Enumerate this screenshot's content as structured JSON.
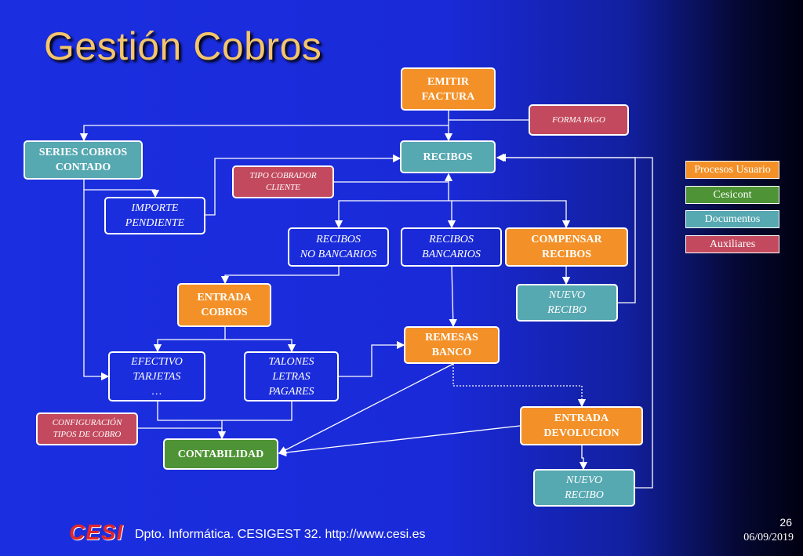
{
  "title": "Gestión Cobros",
  "nodes": {
    "emitir_factura": "EMITIR\nFACTURA",
    "forma_pago": "FORMA PAGO",
    "series_cobros": "SERIES COBROS\nCONTADO",
    "recibos": "RECIBOS",
    "tipo_cobrador": "TIPO COBRADOR\nCLIENTE",
    "importe_pendiente": "IMPORTE\nPENDIENTE",
    "recibos_no_bancarios": "RECIBOS\nNO BANCARIOS",
    "recibos_bancarios": "RECIBOS\nBANCARIOS",
    "compensar_recibos": "COMPENSAR\nRECIBOS",
    "nuevo_recibo_1": "NUEVO\nRECIBO",
    "entrada_cobros": "ENTRADA\nCOBROS",
    "remesas_banco": "REMESAS\nBANCO",
    "efectivo_tarjetas": "EFECTIVO\nTARJETAS\n…",
    "talones": "TALONES\nLETRAS\nPAGARES",
    "configuracion": "CONFIGURACIÓN\nTIPOS DE COBRO",
    "entrada_devolucion": "ENTRADA\nDEVOLUCION",
    "contabilidad": "CONTABILIDAD",
    "nuevo_recibo_2": "NUEVO\nRECIBO"
  },
  "legend": [
    {
      "label": "Procesos Usuario",
      "color": "#f39128"
    },
    {
      "label": "Cesicont",
      "color": "#4e9335"
    },
    {
      "label": "Documentos",
      "color": "#56a8b1"
    },
    {
      "label": "Auxiliares",
      "color": "#c34a5e"
    }
  ],
  "footer": {
    "logo": "CESI",
    "text": "Dpto. Informática. CESIGEST 32. http://www.cesi.es",
    "page": "26",
    "date": "06/09/2019"
  }
}
